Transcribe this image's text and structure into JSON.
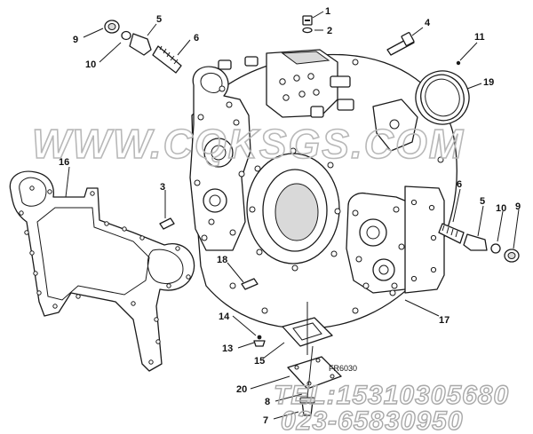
{
  "watermark": {
    "site": "WWW.CQKSGS.COM",
    "tel": "TEL:15310305680",
    "phone": "023-65830950"
  },
  "drawing_code": "FR6030",
  "callouts": [
    "1",
    "2",
    "3",
    "4",
    "5",
    "6",
    "7",
    "8",
    "9",
    "10",
    "11",
    "13",
    "14",
    "15",
    "16",
    "17",
    "18",
    "19",
    "20"
  ]
}
